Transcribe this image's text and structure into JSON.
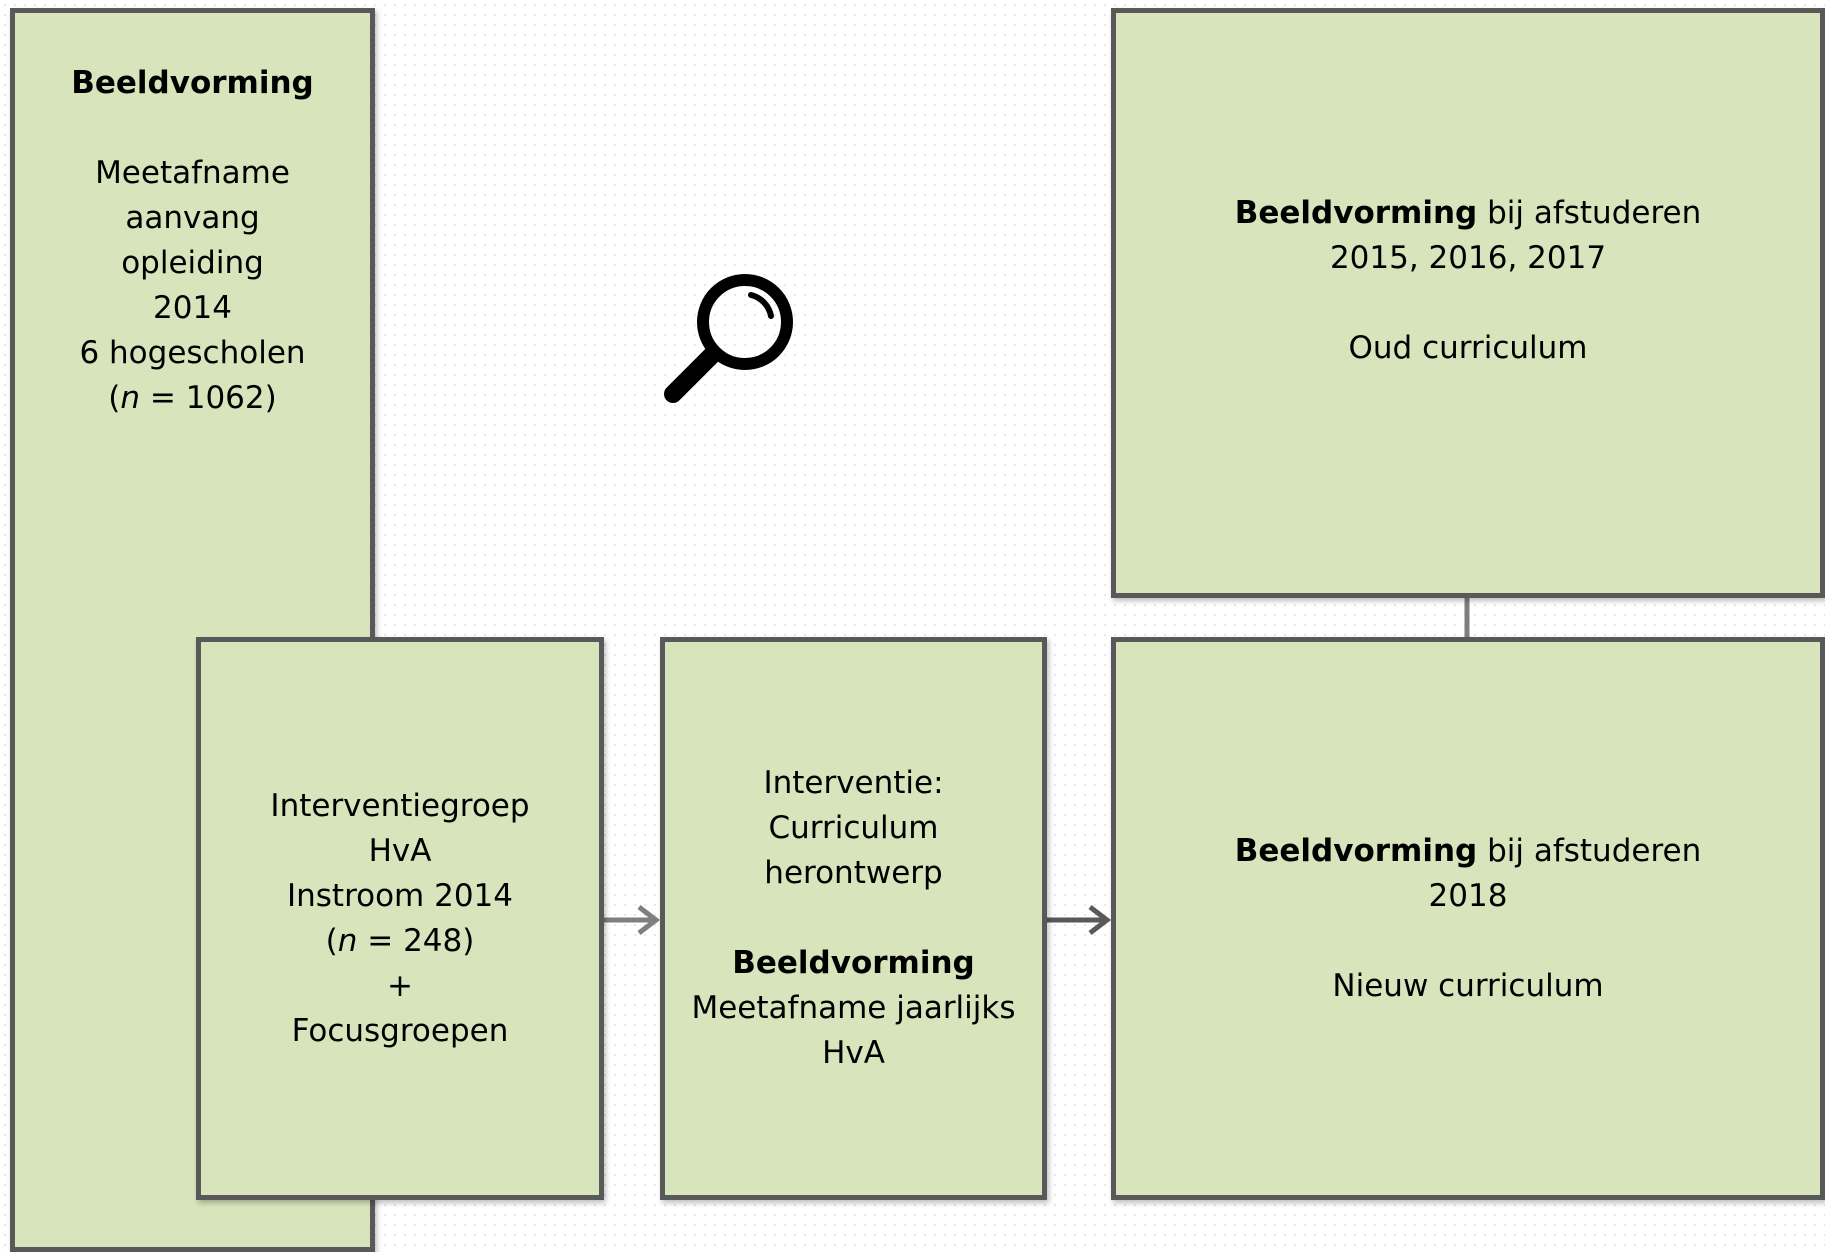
{
  "baseline": {
    "title": "Beeldvorming",
    "line1": "Meetafname",
    "line2": "aanvang",
    "line3": "opleiding",
    "line4": "2014",
    "line5": "6 hogescholen",
    "n_open": "(",
    "n_var": "n",
    "n_rest": " = 1062)"
  },
  "intervention_group": {
    "line1": "Interventiegroep",
    "line2": "HvA",
    "line3": "Instroom 2014",
    "n_open": "(",
    "n_var": "n",
    "n_rest": " = 248)",
    "plus": "+",
    "line5": "Focusgroepen"
  },
  "intervention": {
    "line1": "Interventie:",
    "line2": "Curriculum",
    "line3": "herontwerp",
    "title": "Beeldvorming",
    "line4": "Meetafname jaarlijks",
    "line5": "HvA"
  },
  "old_curriculum": {
    "title": "Beeldvorming",
    "title_rest": " bij afstuderen",
    "years": "2015, 2016, 2017",
    "label": "Oud curriculum"
  },
  "new_curriculum": {
    "title": "Beeldvorming",
    "title_rest": " bij afstuderen",
    "years": "2018",
    "label": "Nieuw curriculum"
  },
  "icons": {
    "magnifier": "magnifying-glass-icon"
  }
}
